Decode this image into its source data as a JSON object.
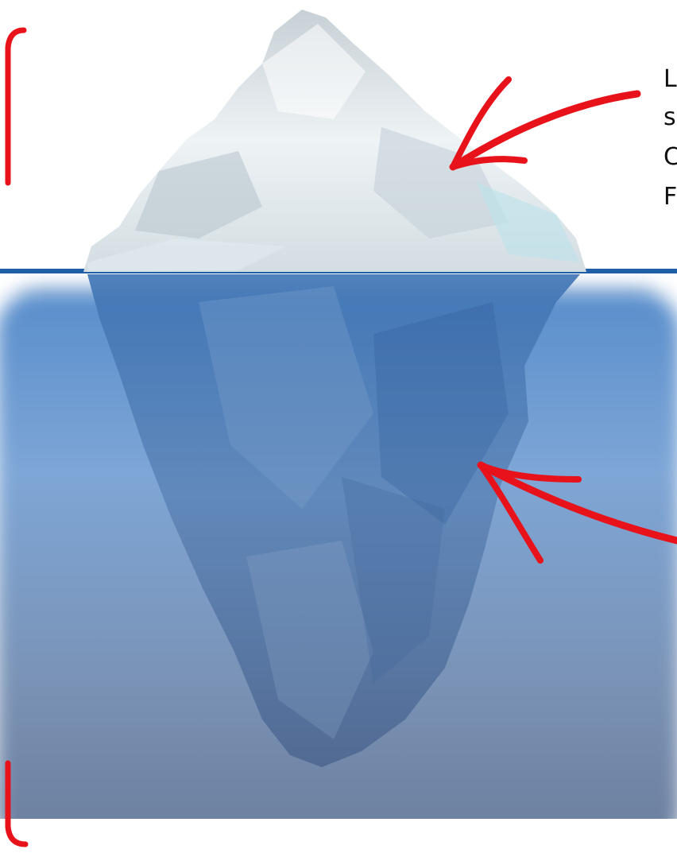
{
  "text_fragments": [
    "L",
    "s",
    "C",
    "F"
  ],
  "colors": {
    "annotation": "#e8121a",
    "water_surface": "#1f5fa8",
    "water_deep": "#6f87a6",
    "ice_above": "#e4ecf0",
    "ice_below": "#4f7fb5"
  },
  "icons": [
    "iceberg-illustration",
    "arrow-tip-icon",
    "arrow-base-icon",
    "bracket-icon"
  ]
}
